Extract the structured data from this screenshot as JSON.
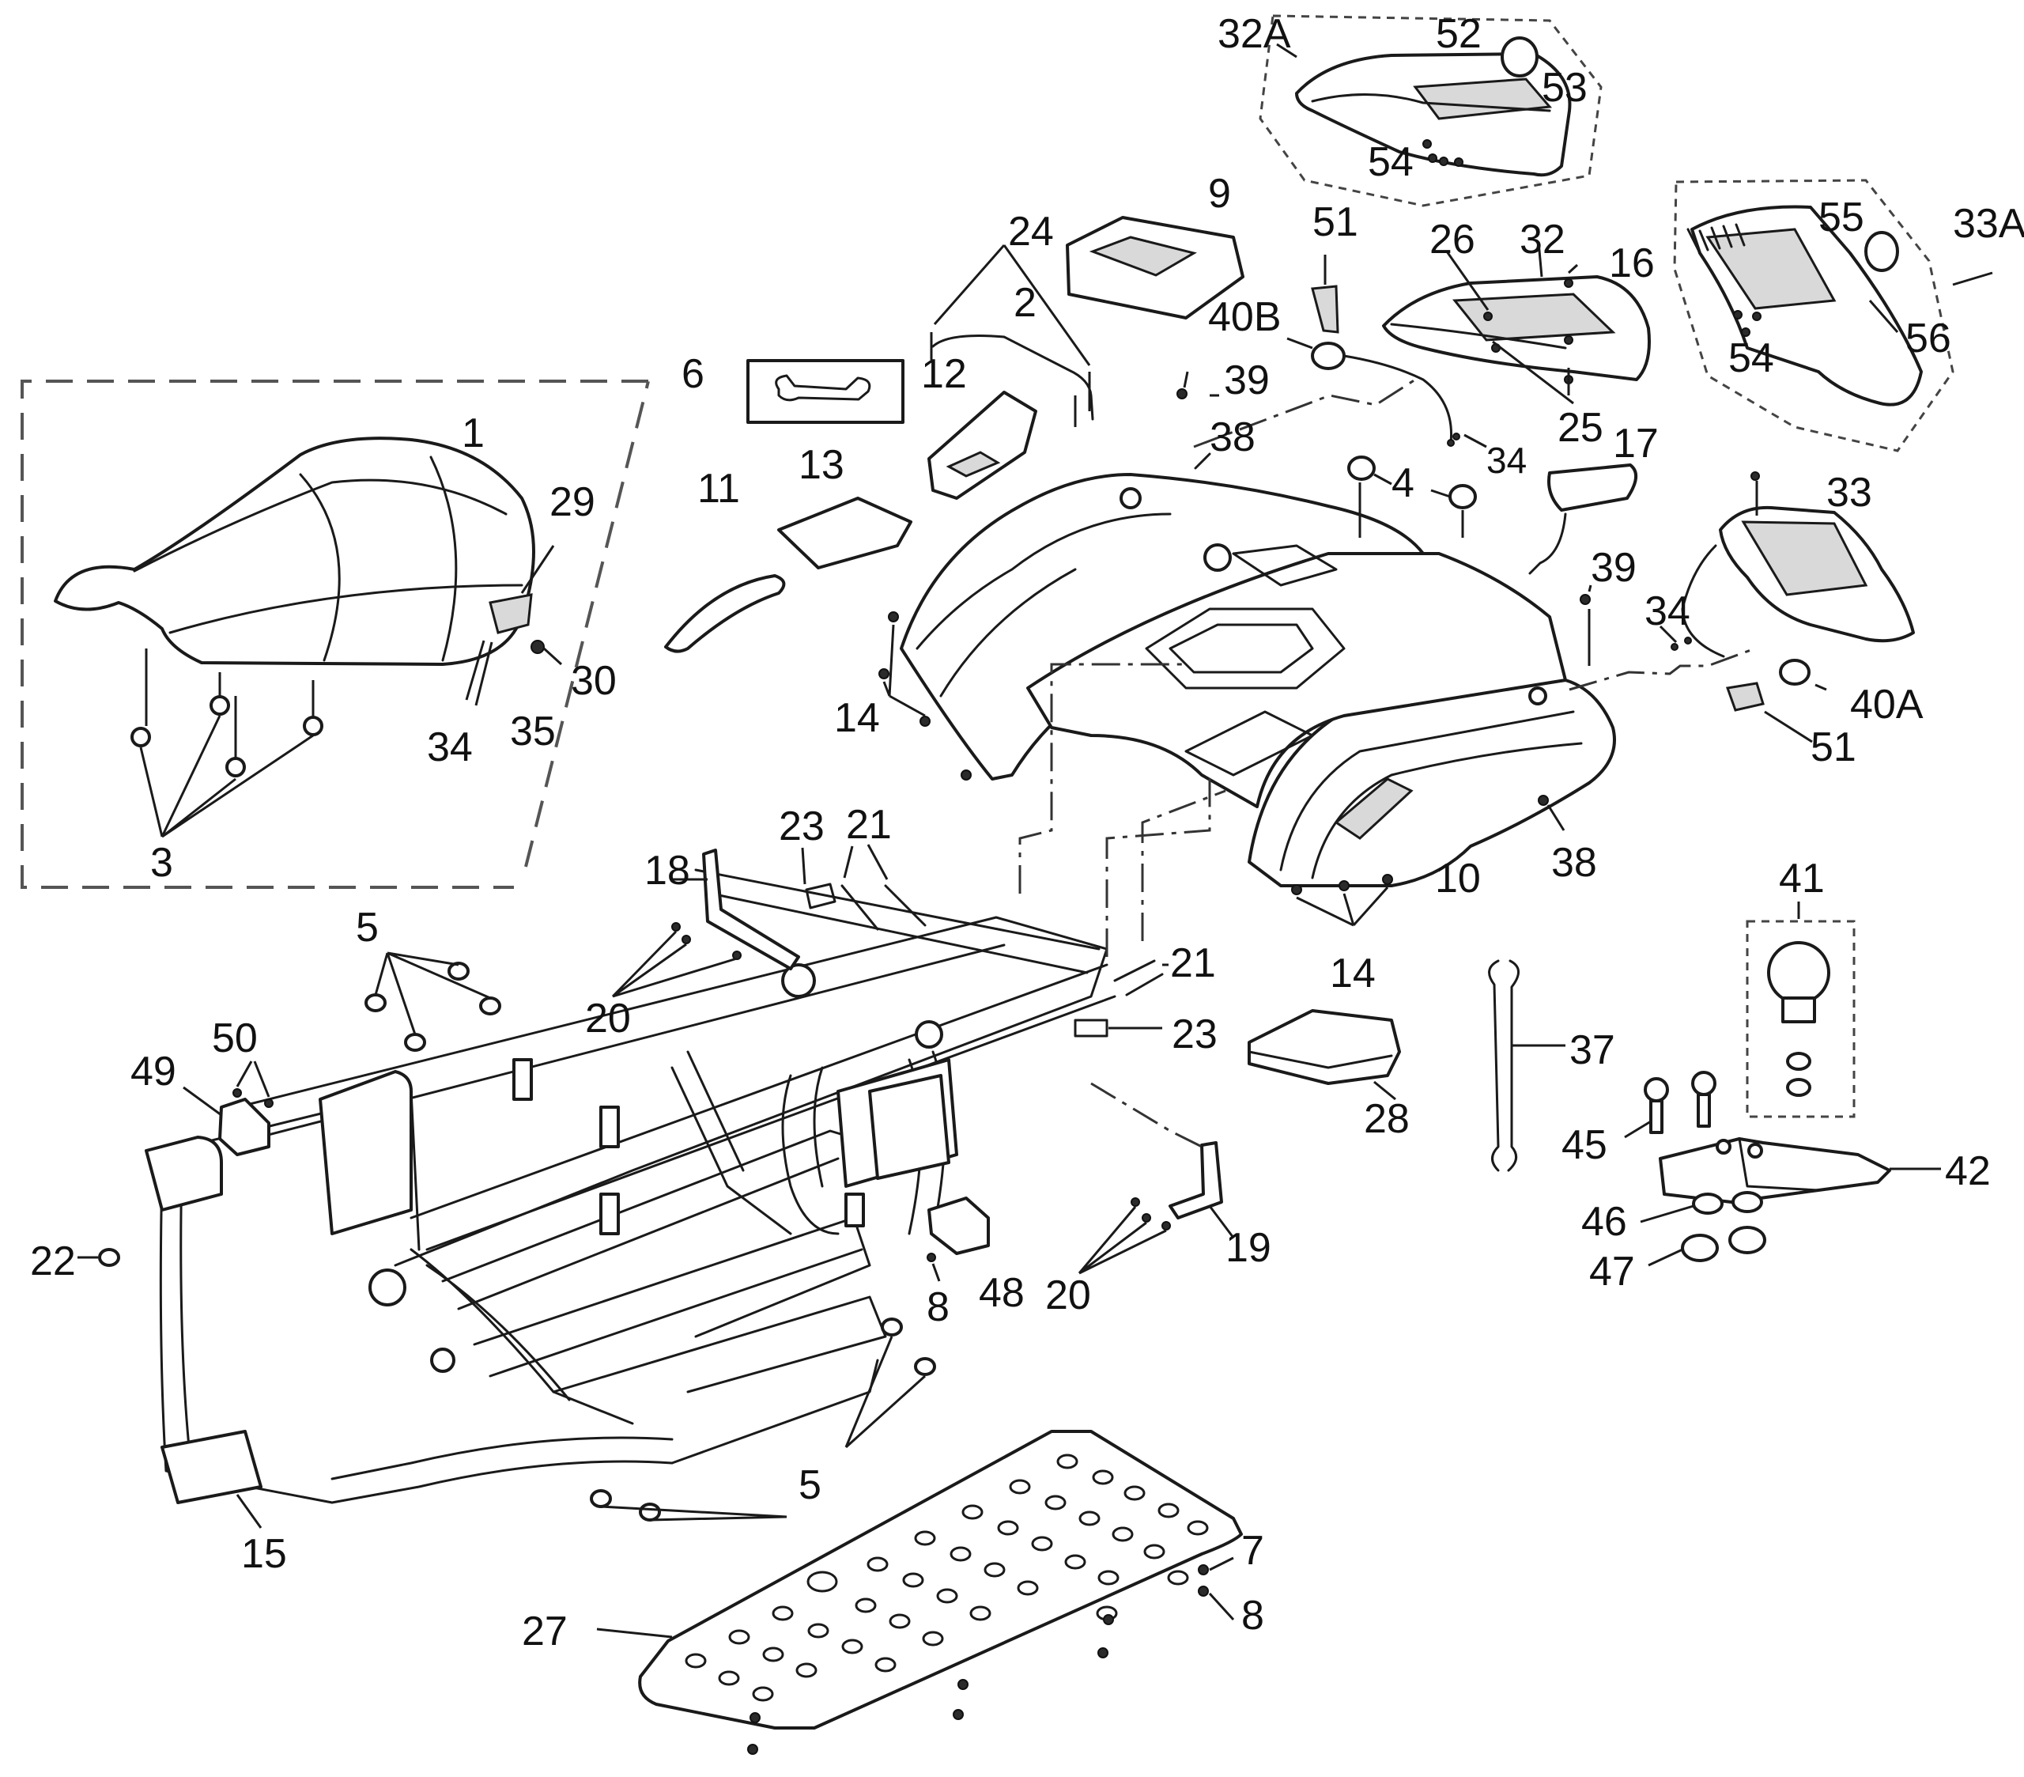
{
  "diagram": {
    "callouts": {
      "c1": "1",
      "c2": "2",
      "c3": "3",
      "c4": "4",
      "c5a": "5",
      "c5b": "5",
      "c6": "6",
      "c7": "7",
      "c8a": "8",
      "c8b": "8",
      "c9": "9",
      "c10": "10",
      "c11": "11",
      "c12": "12",
      "c13": "13",
      "c14a": "14",
      "c14b": "14",
      "c15": "15",
      "c16": "16",
      "c17": "17",
      "c18": "18",
      "c19": "19",
      "c20a": "20",
      "c20b": "20",
      "c21a": "21",
      "c21b": "21",
      "c22": "22",
      "c23a": "23",
      "c23b": "23",
      "c24": "24",
      "c25": "25",
      "c26": "26",
      "c27": "27",
      "c28": "28",
      "c29": "29",
      "c30": "30",
      "c32": "32",
      "c32a": "32A",
      "c33": "33",
      "c33a": "33A",
      "c34a": "34",
      "c34b": "34",
      "c34c": "34",
      "c35": "35",
      "c37": "37",
      "c38a": "38",
      "c38b": "38",
      "c39a": "39",
      "c39b": "39",
      "c40a": "40A",
      "c40b": "40B",
      "c41": "41",
      "c42": "42",
      "c45": "45",
      "c46": "46",
      "c47": "47",
      "c48": "48",
      "c49": "49",
      "c50": "50",
      "c51a": "51",
      "c51b": "51",
      "c52": "52",
      "c53": "53",
      "c54a": "54",
      "c54b": "54",
      "c55": "55",
      "c56": "56"
    }
  }
}
